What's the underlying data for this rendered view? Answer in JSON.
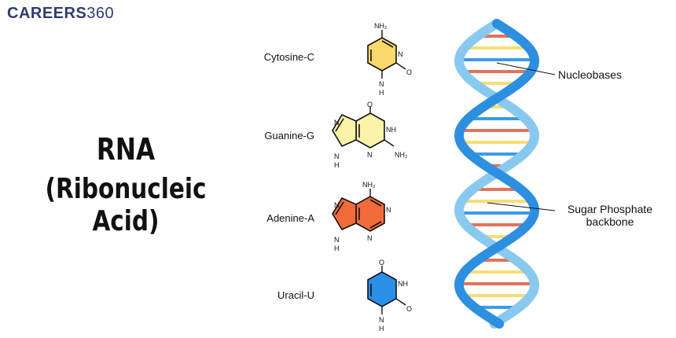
{
  "brand": {
    "name": "CAREERS",
    "number": "360"
  },
  "title": {
    "line1": "RNA",
    "line2": "(Ribonucleic Acid)"
  },
  "bases": [
    {
      "label": "Cytosine-C",
      "color": "#fcd96b"
    },
    {
      "label": "Guanine-G",
      "color": "#fbf3a8"
    },
    {
      "label": "Adenine-A",
      "color": "#f26b3a"
    },
    {
      "label": "Uracil-U",
      "color": "#2a8fe6"
    }
  ],
  "atoms": {
    "nh2": "NH₂",
    "n": "N",
    "nh": "NH",
    "h": "H",
    "o": "O"
  },
  "callouts": {
    "nucleobases": "Nucleobases",
    "backbone_line1": "Sugar Phosphate",
    "backbone_line2": "backbone"
  },
  "colors": {
    "strand_front": "#2d8fe0",
    "strand_back": "#89c9ef",
    "rung_red": "#e0735c",
    "rung_yellow": "#f7dd74",
    "rung_blue": "#3a9be6",
    "brand": "#2f3c6e"
  }
}
